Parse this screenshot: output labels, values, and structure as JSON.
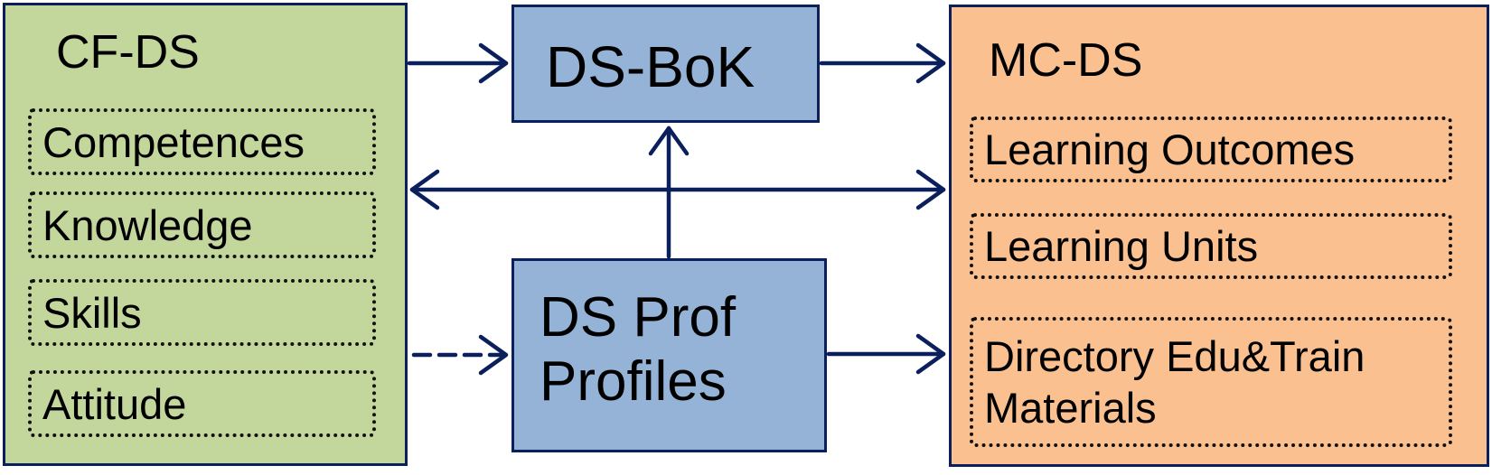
{
  "cfds": {
    "title": "CF-DS",
    "items": [
      "Competences",
      "Knowledge",
      "Skills",
      "Attitude"
    ]
  },
  "bok": {
    "title": "DS-BoK"
  },
  "profiles": {
    "title": "DS Prof Profiles"
  },
  "mcds": {
    "title": "MC-DS",
    "items": [
      "Learning Outcomes",
      "Learning Units",
      "Directory Edu&Train Materials"
    ]
  },
  "colors": {
    "cfds_fill": "#c3d69b",
    "bok_fill": "#95b3d7",
    "mcds_fill": "#fac090",
    "border": "#0b1f5c",
    "arrow": "#0b1f5c"
  }
}
